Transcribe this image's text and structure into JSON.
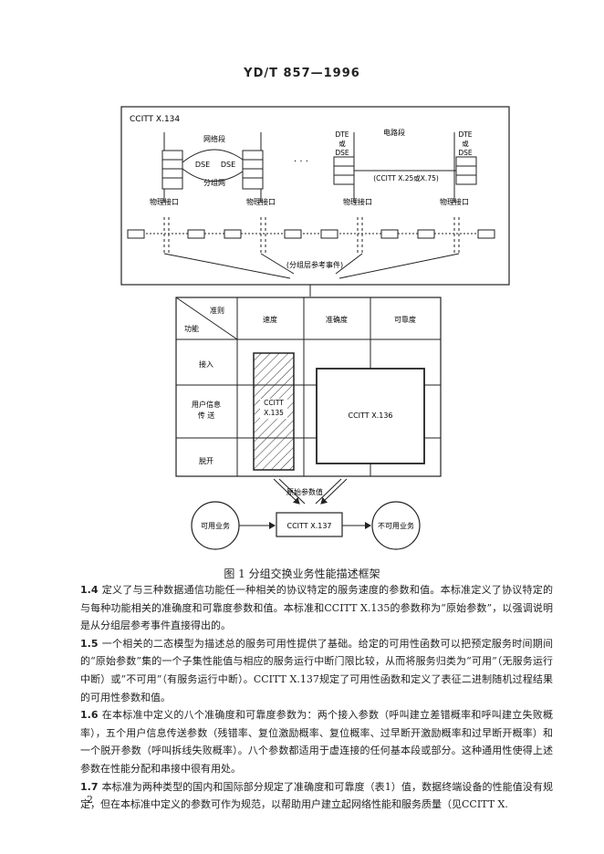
{
  "header": "YD/T 857—1996",
  "figure": {
    "top_ref": "CCITT X.134",
    "network_segment": "网络段",
    "circuit_segment": "电路段",
    "dse": "DSE",
    "packet_network": "分组网",
    "dte_or": [
      "DTE",
      "或",
      "DSE"
    ],
    "x25_x75": "(CCITT X.25或X.75)",
    "physical_interface": "物理接口",
    "ellipsis": "· · ·",
    "packet_ref_events": "(分组层参考事件)",
    "table": {
      "corner_top": "准则",
      "corner_bottom": "功能",
      "col_headers": [
        "速度",
        "准确度",
        "可靠度"
      ],
      "row_headers": [
        "接入",
        "用户信息\n传    送",
        "脱开"
      ],
      "x135": [
        "CCITT",
        "X.135"
      ],
      "x136": "CCITT X.136"
    },
    "raw_params": "原始参数值",
    "available": "可用业务",
    "x137": "CCITT X.137",
    "unavailable": "不可用业务"
  },
  "caption": "图 1   分组交换业务性能描述框架",
  "paragraphs": [
    {
      "num": "1.4",
      "text": "定义了与三种数据通信功能任一种相关的协议特定的服务速度的参数和值。本标准定义了协议特定的与每种功能相关的准确度和可靠度参数和值。本标准和CCITT X.135的参数称为“原始参数”，以强调说明是从分组层参考事件直接得出的。"
    },
    {
      "num": "1.5",
      "text": "一个相关的二态模型为描述总的服务可用性提供了基础。给定的可用性函数可以把预定服务时间期间的“原始参数”集的一个子集性能值与相应的服务运行中断门限比较，从而将服务归类为“可用”（无服务运行中断）或“不可用”（有服务运行中断）。CCITT X.137规定了可用性函数和定义了表征二进制随机过程结果的可用性参数和值。"
    },
    {
      "num": "1.6",
      "text": "在本标准中定义的八个准确度和可靠度参数为：两个接入参数（呼叫建立差错概率和呼叫建立失败概率），五个用户信息传送参数（残错率、复位激励概率、复位概率、过早断开激励概率和过早断开概率）和一个脱开参数（呼叫拆线失败概率）。八个参数都适用于虚连接的任何基本段或部分。这种通用性使得上述参数在性能分配和串接中很有用处。"
    },
    {
      "num": "1.7",
      "text": "本标准为两种类型的国内和国际部分规定了准确度和可靠度（表1）值，数据终端设备的性能值没有规定，但在本标准中定义的参数可作为规范，以帮助用户建立起网络性能和服务质量（见CCITT X."
    }
  ],
  "page_number": "2"
}
